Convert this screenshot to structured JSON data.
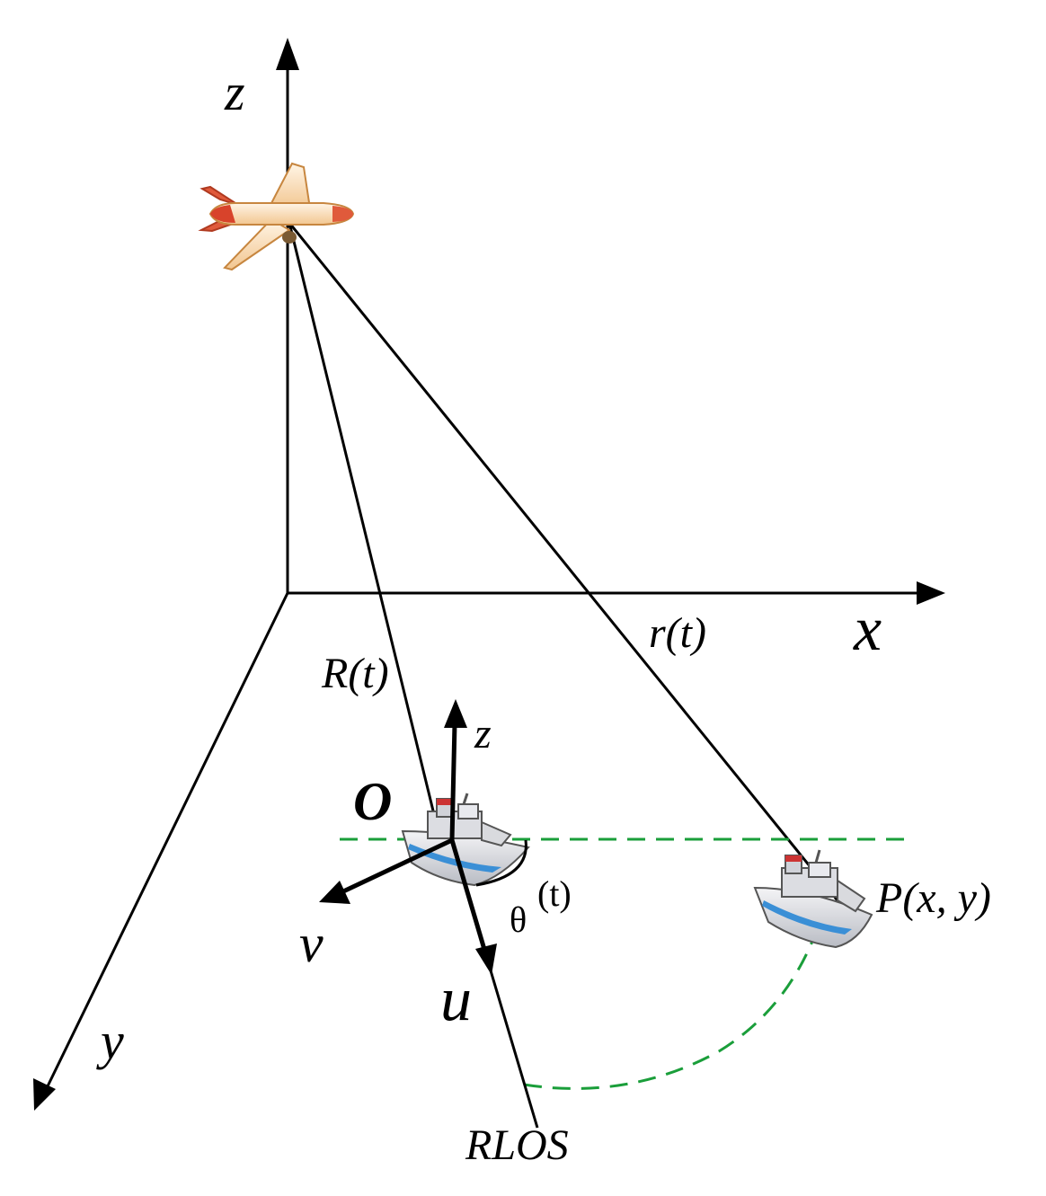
{
  "labels": {
    "global_z": "z",
    "global_x": "x",
    "global_y": "y",
    "R": "R(t)",
    "r": "r(t)",
    "local_z": "z",
    "origin": "O",
    "v": "v",
    "u": "u",
    "theta": "θ",
    "theta_arg": "(t)",
    "point": "P(x, y)",
    "rlos": "RLOS"
  },
  "icons": {
    "aircraft": "airplane-icon",
    "ship_origin": "ship-icon",
    "ship_target": "ship-icon"
  },
  "colors": {
    "line": "#000000",
    "dashed": "#1a9e3a",
    "plane_body": "#f7d7a8",
    "plane_accent": "#d8432b",
    "ship_hull": "#e8e8ea",
    "ship_stripe": "#3a8fd6"
  }
}
